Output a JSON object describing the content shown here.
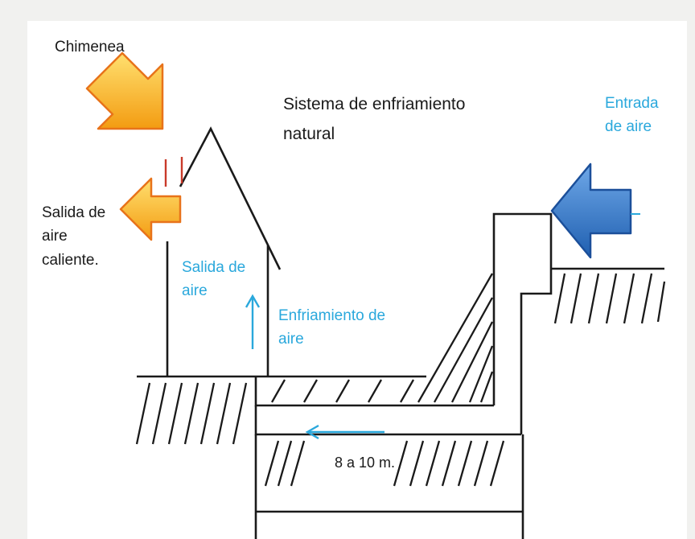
{
  "labels": {
    "chimenea": "Chimenea",
    "title": "Sistema de enfriamiento\nnatural",
    "entrada_aire": "Entrada\nde aire",
    "salida_caliente": "Salida de\naire\ncaliente.",
    "salida_aire": "Salida de\naire",
    "enfriamiento": "Enfriamiento de\naire",
    "distance": "8 a 10 m."
  },
  "colors": {
    "ink": "#1a1a1a",
    "label_blue": "#2aa8dc",
    "arrow_orange_fill": "#f6b21a",
    "arrow_orange_edge": "#e8731a",
    "arrow_blue_fill": "#2d74c9",
    "arrow_blue_edge": "#1b4f9a",
    "airflow_blue": "#2aa8dc",
    "chimney_red": "#c93a2a"
  },
  "icons": {
    "chimenea_arrow": "arrow-down-right-icon",
    "hot_air_arrow": "arrow-left-icon",
    "intake_arrow": "arrow-left-icon",
    "rising_air_arrow": "arrow-up-icon",
    "tunnel_flow_arrow": "arrow-left-icon"
  }
}
